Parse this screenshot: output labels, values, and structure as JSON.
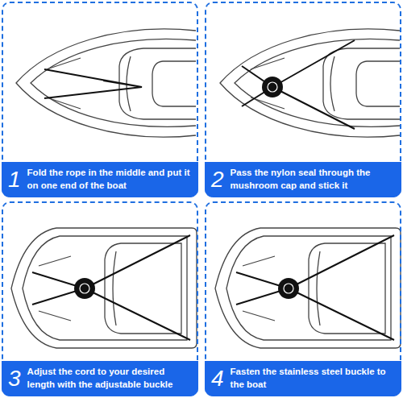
{
  "diagram": {
    "nodes": [
      {
        "text": [
          "1",
          "Fold the rope in the middle and put it on one end of the boat"
        ]
      },
      {
        "text": [
          "2",
          "Pass the nylon seal through the mushroom cap and stick it"
        ]
      },
      {
        "text": [
          "3",
          "Adjust the cord to your desired length with the adjustable buckle"
        ]
      },
      {
        "text": [
          "4",
          "Fasten the stainless steel buckle to the boat"
        ]
      }
    ]
  }
}
